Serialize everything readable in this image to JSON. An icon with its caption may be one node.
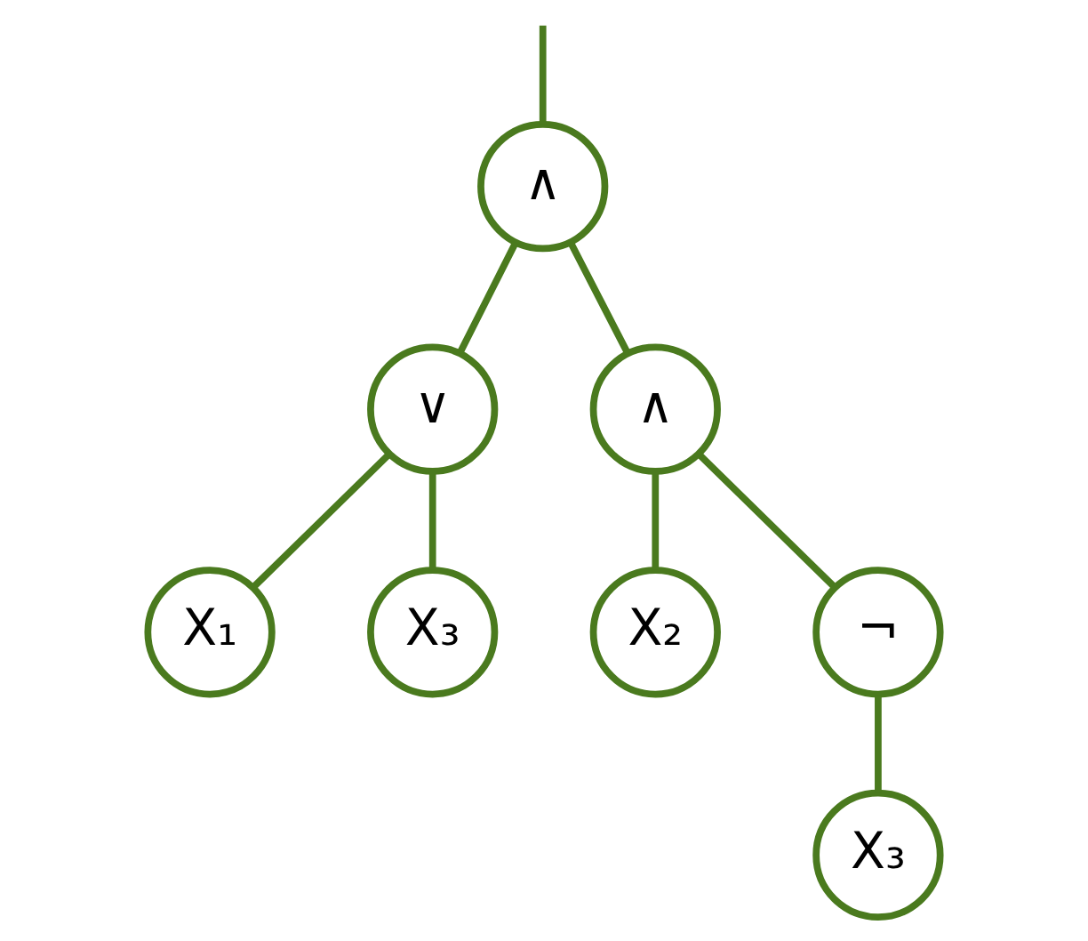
{
  "diagram": {
    "nodes": [
      {
        "text": [
          "∧"
        ]
      },
      {
        "text": [
          "∧"
        ]
      },
      {
        "text": [
          "∨"
        ]
      },
      {
        "text": [
          "¬"
        ]
      },
      {
        "text": [
          "X₁"
        ]
      },
      {
        "text": [
          "X₃"
        ]
      },
      {
        "text": [
          "X₂"
        ]
      },
      {
        "text": [
          "X₃"
        ]
      }
    ],
    "edges": [
      {
        "from": null,
        "to": 0,
        "arrow": "none"
      },
      {
        "from": 0,
        "to": 2,
        "arrow": "none"
      },
      {
        "from": 0,
        "to": 1,
        "arrow": "none"
      },
      {
        "from": 2,
        "to": 4,
        "arrow": "none"
      },
      {
        "from": 2,
        "to": 5,
        "arrow": "none"
      },
      {
        "from": 1,
        "to": 6,
        "arrow": "none"
      },
      {
        "from": 1,
        "to": 3,
        "arrow": "none"
      },
      {
        "from": 3,
        "to": 7,
        "arrow": "none"
      }
    ]
  }
}
